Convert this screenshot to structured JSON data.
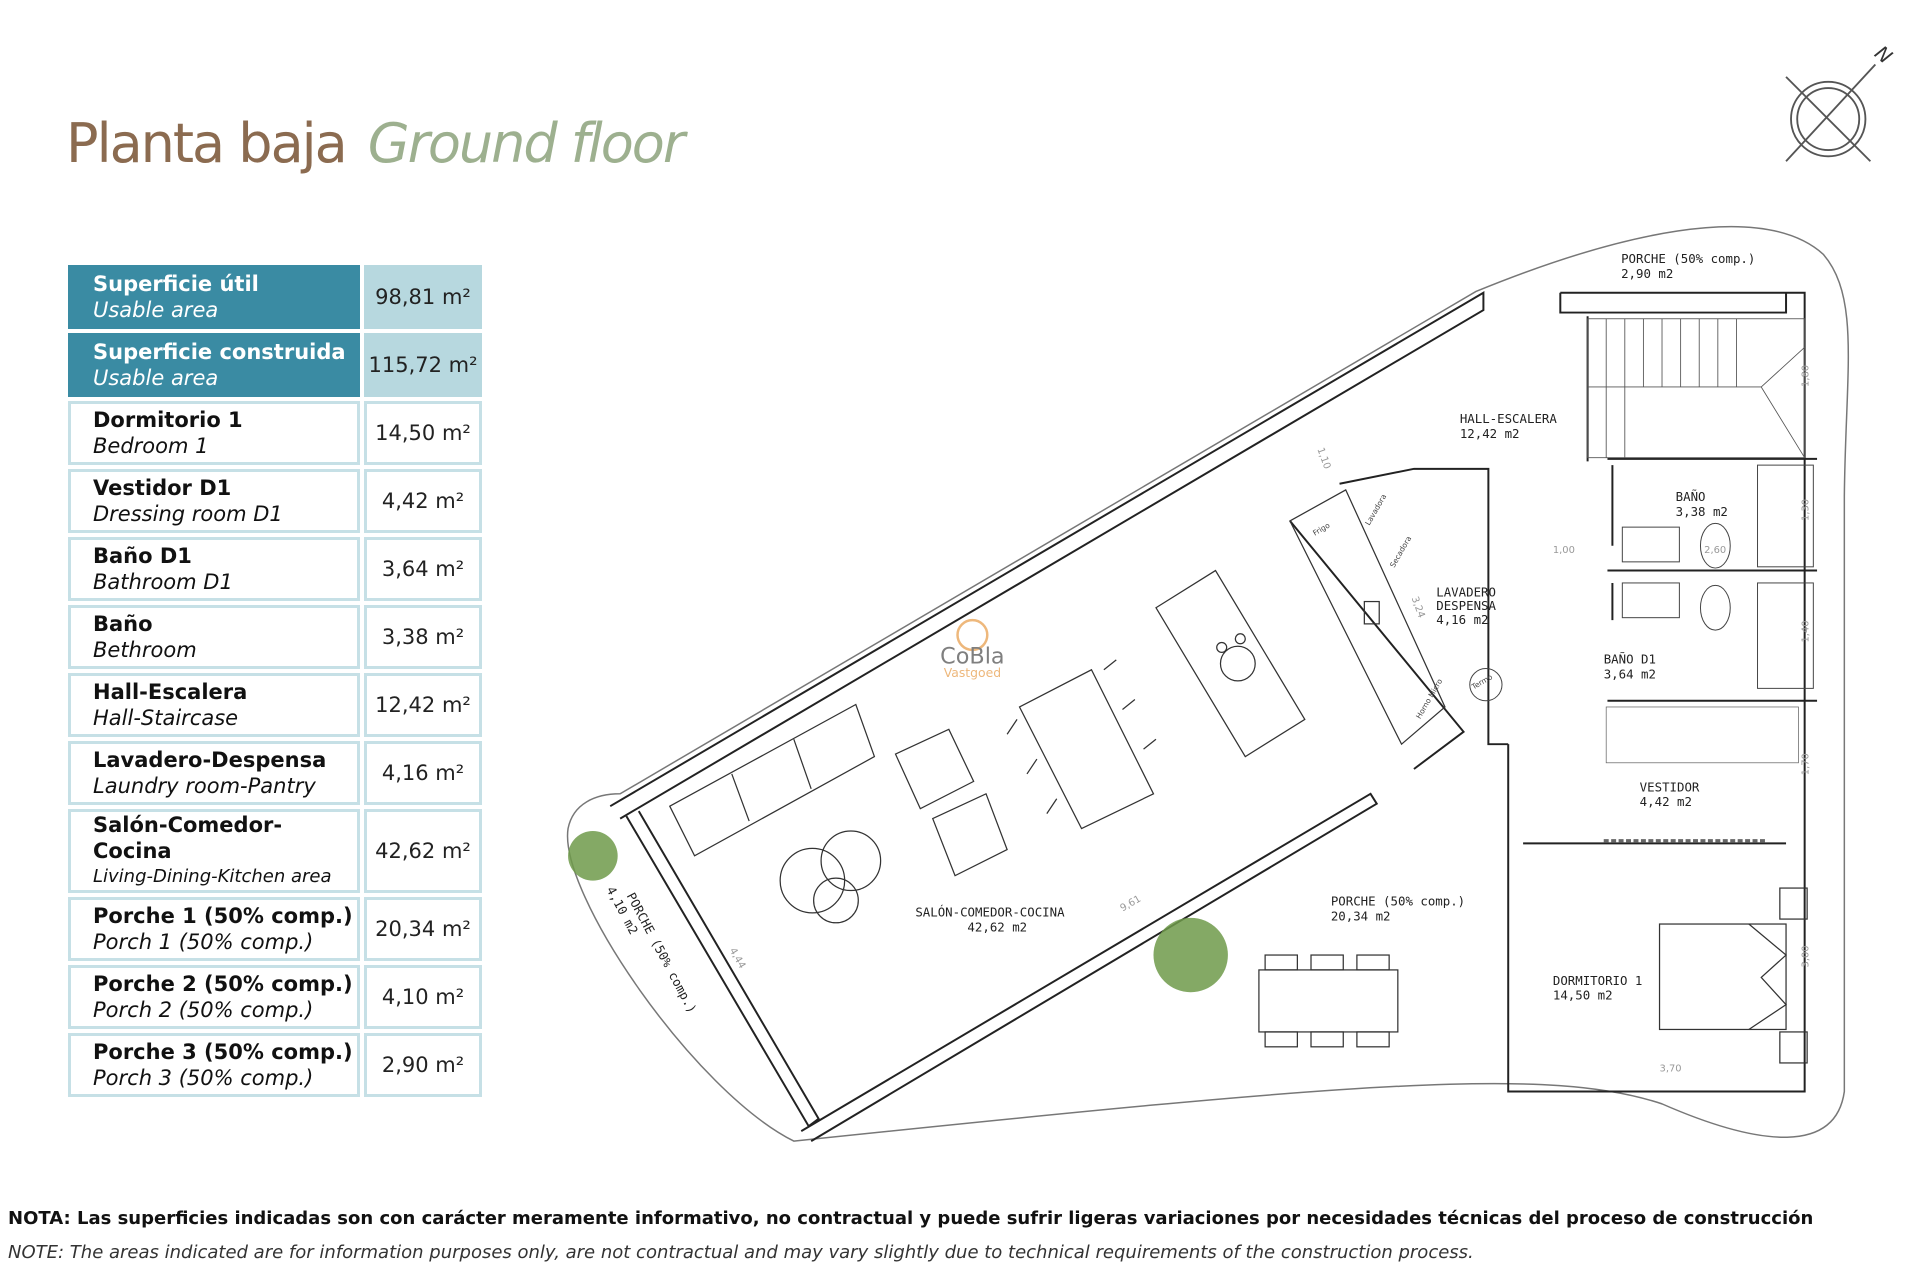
{
  "title": {
    "es": "Planta baja",
    "en": "Ground floor",
    "colors": {
      "es": "#8b6b50",
      "en": "#9db08f"
    }
  },
  "areas_table": {
    "accent_color": "#3a8ba3",
    "rows": [
      {
        "name_es": "Superficie útil",
        "name_en": "Usable area",
        "value": "98,81 m²",
        "highlight": true
      },
      {
        "name_es": "Superficie construida",
        "name_en": "Usable area",
        "value": "115,72 m²",
        "highlight": true
      },
      {
        "name_es": "Dormitorio 1",
        "name_en": "Bedroom 1",
        "value": "14,50 m²"
      },
      {
        "name_es": "Vestidor D1",
        "name_en": "Dressing room D1",
        "value": "4,42 m²"
      },
      {
        "name_es": "Baño D1",
        "name_en": "Bathroom D1",
        "value": "3,64 m²"
      },
      {
        "name_es": "Baño",
        "name_en": "Bethroom",
        "value": "3,38 m²"
      },
      {
        "name_es": "Hall-Escalera",
        "name_en": "Hall-Staircase",
        "value": "12,42 m²"
      },
      {
        "name_es": "Lavadero-Despensa",
        "name_en": "Laundry room-Pantry",
        "value": "4,16 m²"
      },
      {
        "name_es": "Salón-Comedor-Cocina",
        "name_en": "Living-Dining-Kitchen area",
        "value": "42,62 m²"
      },
      {
        "name_es": "Porche 1 (50% comp.)",
        "name_en": "Porch 1 (50% comp.)",
        "value": "20,34 m²"
      },
      {
        "name_es": "Porche 2 (50% comp.)",
        "name_en": "Porch 2 (50% comp.)",
        "value": "4,10 m²"
      },
      {
        "name_es": "Porche 3 (50% comp.)",
        "name_en": "Porch 3 (50% comp.)",
        "value": "2,90 m²"
      }
    ]
  },
  "plan": {
    "compass": "N",
    "watermark": {
      "brand": "CoBla",
      "sub": "Vastgoed"
    },
    "rooms": {
      "porche_top": [
        "PORCHE (50% comp.)",
        "2,90 m2"
      ],
      "hall": [
        "HALL-ESCALERA",
        "12,42 m2"
      ],
      "bano": [
        "BAÑO",
        "3,38 m2"
      ],
      "lavadero": [
        "LAVADERO",
        "DESPENSA",
        "4,16 m2"
      ],
      "bano_d1": [
        "BAÑO D1",
        "3,64 m2"
      ],
      "vestidor": [
        "VESTIDOR",
        "4,42 m2"
      ],
      "salon": [
        "SALÓN-COMEDOR-COCINA",
        "42,62 m2"
      ],
      "porche_main": [
        "PORCHE (50% comp.)",
        "20,34 m2"
      ],
      "dormitorio": [
        "DORMITORIO 1",
        "14,50 m2"
      ],
      "porche_left": [
        "PORCHE (50% comp.)",
        "4,10 m2"
      ]
    },
    "dimensions": {
      "d110": "1,10",
      "d100": "1,00",
      "d260": "2,60",
      "d324": "3,24",
      "d180": "1,80",
      "d130": "1,30",
      "d140": "1,40",
      "d170": "1,70",
      "d300": "3,00",
      "d370": "3,70",
      "d961": "9,61",
      "d444": "4,44"
    },
    "appliances": {
      "frigo": "Frigo",
      "lavadora": "Lavadora",
      "secadora": "Secadora",
      "termo": "Termo",
      "horno": "Horno Micro"
    }
  },
  "notes": {
    "es": "NOTA: Las superficies indicadas son con carácter meramente informativo, no contractual y puede sufrir ligeras variaciones por necesidades técnicas del proceso de construcción",
    "en": "NOTE: The areas indicated are for information purposes only, are not contractual and may vary slightly due to technical requirements of the construction process."
  }
}
